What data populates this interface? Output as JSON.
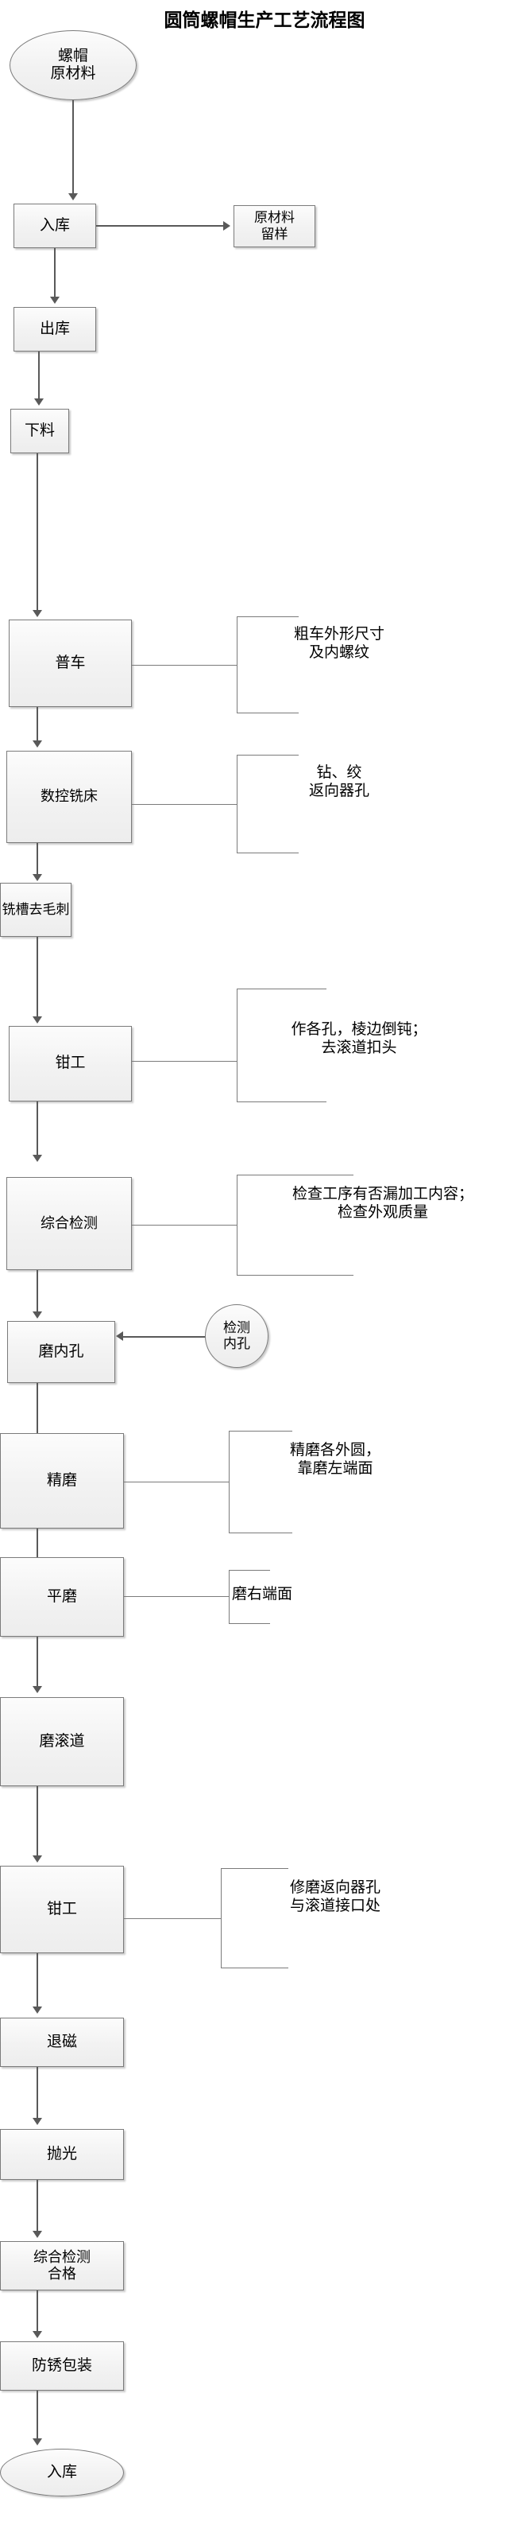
{
  "title": "圆筒螺帽生产工艺流程图",
  "colors": {
    "node_fill": "#f2f2f2",
    "node_border": "#7b7b7b",
    "connector": "#595959",
    "text": "#000000",
    "background": "#ffffff"
  },
  "start": {
    "label": "螺帽\n原材料",
    "shape": "ellipse"
  },
  "end": {
    "label": "入库",
    "shape": "ellipse"
  },
  "steps": [
    {
      "id": "ruku",
      "label": "入库"
    },
    {
      "id": "chuku",
      "label": "出库"
    },
    {
      "id": "xialiao",
      "label": "下料"
    },
    {
      "id": "puche",
      "label": "普车"
    },
    {
      "id": "skxc",
      "label": "数控铣床"
    },
    {
      "id": "xicao",
      "label": "铣槽去毛刺"
    },
    {
      "id": "qiangong1",
      "label": "钳工"
    },
    {
      "id": "zhjc",
      "label": "综合检测"
    },
    {
      "id": "moneikong",
      "label": "磨内孔"
    },
    {
      "id": "jingmo",
      "label": "精磨"
    },
    {
      "id": "pingmo",
      "label": "平磨"
    },
    {
      "id": "mogundao",
      "label": "磨滚道"
    },
    {
      "id": "qiangong2",
      "label": "钳工"
    },
    {
      "id": "tuici",
      "label": "退磁"
    },
    {
      "id": "paoguang",
      "label": "抛光"
    },
    {
      "id": "zhjchg",
      "label": "综合检测\n合格"
    },
    {
      "id": "fangxiu",
      "label": "防锈包装"
    }
  ],
  "side_boxes": [
    {
      "id": "yclliuyang",
      "label": "原材料\n留样",
      "from": "ruku",
      "direction": "right"
    },
    {
      "id": "jiancene",
      "label": "检测\n内孔",
      "from": "moneikong",
      "direction": "left",
      "shape": "circle"
    }
  ],
  "notes": [
    {
      "id": "note-puche",
      "for": "puche",
      "label": "粗车外形尺寸\n及内螺纹"
    },
    {
      "id": "note-skxc",
      "for": "skxc",
      "label": "钻、绞\n返向器孔"
    },
    {
      "id": "note-qiangong1",
      "for": "qiangong1",
      "label": "作各孔，棱边倒钝；\n去滚道扣头"
    },
    {
      "id": "note-zhjc",
      "for": "zhjc",
      "label": "检查工序有否漏加工内容；\n检查外观质量"
    },
    {
      "id": "note-jingmo",
      "for": "jingmo",
      "label": "精磨各外圆，\n靠磨左端面"
    },
    {
      "id": "note-pingmo",
      "for": "pingmo",
      "label": "磨右端面"
    },
    {
      "id": "note-qiangong2",
      "for": "qiangong2",
      "label": "修磨返向器孔\n与滚道接口处"
    }
  ]
}
